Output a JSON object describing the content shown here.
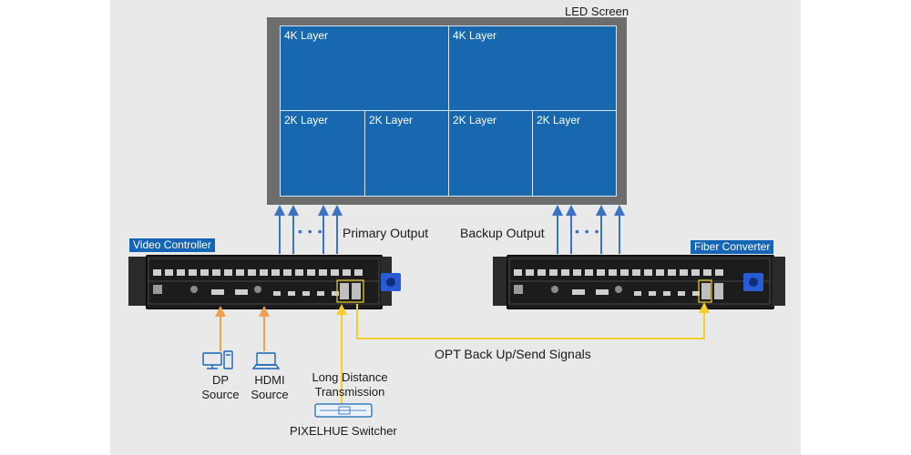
{
  "screen": {
    "label": "LED Screen",
    "layers": [
      "4K Layer",
      "4K Layer",
      "2K Layer",
      "2K Layer",
      "2K Layer",
      "2K Layer"
    ]
  },
  "outputs": {
    "primary": "Primary Output",
    "backup": "Backup Output",
    "dots": "• • •"
  },
  "devices": {
    "controller": "Video Controller",
    "fiber": "Fiber Converter"
  },
  "sources": {
    "dp": "DP\nSource",
    "dp_line1": "DP",
    "dp_line2": "Source",
    "hdmi_line1": "HDMI",
    "hdmi_line2": "Source"
  },
  "links": {
    "opt": "OPT Back Up/Send Signals",
    "long_line1": "Long Distance",
    "long_line2": "Transmission"
  },
  "switcher": {
    "label": "PIXELHUE Switcher"
  },
  "colors": {
    "screen_blue": "#1868b0",
    "output_arrow": "#3a72c4",
    "source_arrow": "#f0a050",
    "opt_line": "#f2cf2c",
    "tag_blue": "#1565b6"
  }
}
